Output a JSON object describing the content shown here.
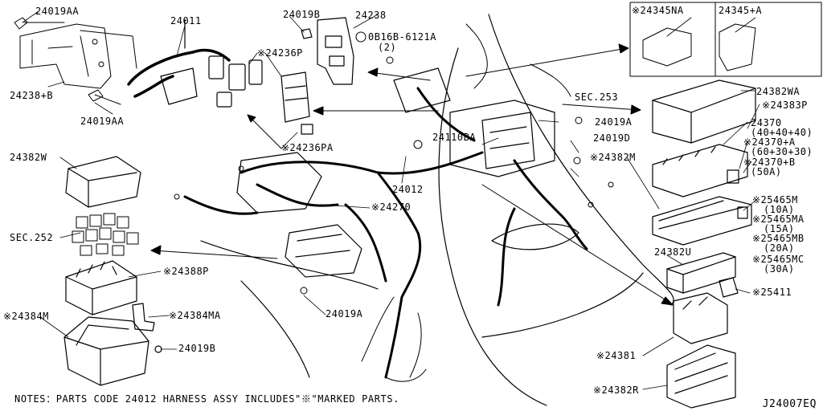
{
  "labels": {
    "l_24019AA_top": "24019AA",
    "l_24011": "24011",
    "l_24019B_top": "24019B",
    "l_24238": "24238",
    "l_0B16B": "0B16B-6121A",
    "l_0B16B_qty": "(2)",
    "l_24236P": "※24236P",
    "l_24238B": "24238+B",
    "l_24019AA_bot": "24019AA",
    "l_24345NA": "※24345NA",
    "l_24345A": "24345+A",
    "l_24382WA": "24382WA",
    "l_24383P": "※24383P",
    "l_24370": "24370",
    "l_24370_v": "(40+40+40)",
    "l_24370A": "※24370+A",
    "l_24370A_v": "(60+30+30)",
    "l_24370B": "※24370+B",
    "l_24370B_v": "(50A)",
    "l_sec253": "SEC.253",
    "l_24019A_r": "24019A",
    "l_24110BA": "24110BA",
    "l_24019D": "24019D",
    "l_24382M": "※24382M",
    "l_24236PA": "※24236PA",
    "l_24012": "24012",
    "l_24270": "※24270",
    "l_24382W": "24382W",
    "l_sec252": "SEC.252",
    "l_24388P": "※24388P",
    "l_24384MA": "※24384MA",
    "l_24384M": "※24384M",
    "l_24019B_bot": "24019B",
    "l_24019A_b": "24019A",
    "l_25465M": "※25465M",
    "l_25465M_v": "(10A)",
    "l_25465MA": "※25465MA",
    "l_25465MA_v": "(15A)",
    "l_25465MB": "※25465MB",
    "l_25465MB_v": "(20A)",
    "l_25465MC": "※25465MC",
    "l_25465MC_v": "(30A)",
    "l_24382U": "24382U",
    "l_25411": "※25411",
    "l_24381": "※24381",
    "l_24382R": "※24382R"
  },
  "note": "NOTES：PARTS CODE 24012 HARNESS ASSY INCLUDES\"※\"MARKED PARTS.",
  "diagram_code": "J24007EQ"
}
